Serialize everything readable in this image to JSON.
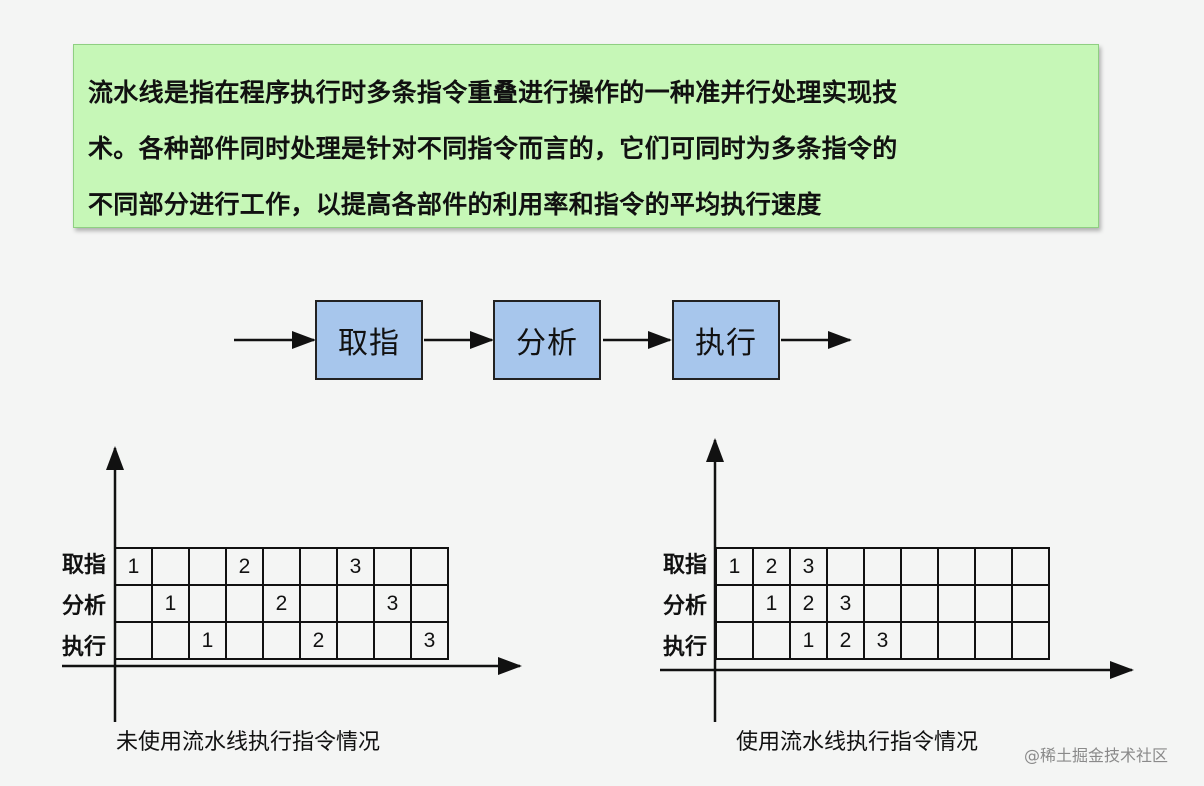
{
  "definition": {
    "lines": [
      "流水线是指在程序执行时多条指令重叠进行操作的一种准并行处理实现技",
      "术。各种部件同时处理是针对不同指令而言的，它们可同时为多条指令的",
      "不同部分进行工作，以提高各部件的利用率和指令的平均执行速度"
    ]
  },
  "flow": {
    "stages": [
      "取指",
      "分析",
      "执行"
    ]
  },
  "charts": [
    {
      "caption": "未使用流水线执行指令情况",
      "row_labels": [
        "取指",
        "分析",
        "执行"
      ],
      "grid": [
        [
          "1",
          "",
          "",
          "2",
          "",
          "",
          "3",
          "",
          "",
          ""
        ],
        [
          "",
          "1",
          "",
          "",
          "2",
          "",
          "",
          "3",
          "",
          ""
        ],
        [
          "",
          "",
          "1",
          "",
          "",
          "2",
          "",
          "",
          "3",
          ""
        ]
      ]
    },
    {
      "caption": "使用流水线执行指令情况",
      "row_labels": [
        "取指",
        "分析",
        "执行"
      ],
      "grid": [
        [
          "1",
          "2",
          "3",
          "",
          "",
          "",
          "",
          "",
          "",
          ""
        ],
        [
          "",
          "1",
          "2",
          "3",
          "",
          "",
          "",
          "",
          "",
          ""
        ],
        [
          "",
          "",
          "1",
          "2",
          "3",
          "",
          "",
          "",
          "",
          ""
        ]
      ]
    }
  ],
  "watermark": "@稀土掘金技术社区",
  "colors": {
    "definition_bg": "#c6f7b7",
    "stage_box_bg": "#a7c6ec"
  }
}
